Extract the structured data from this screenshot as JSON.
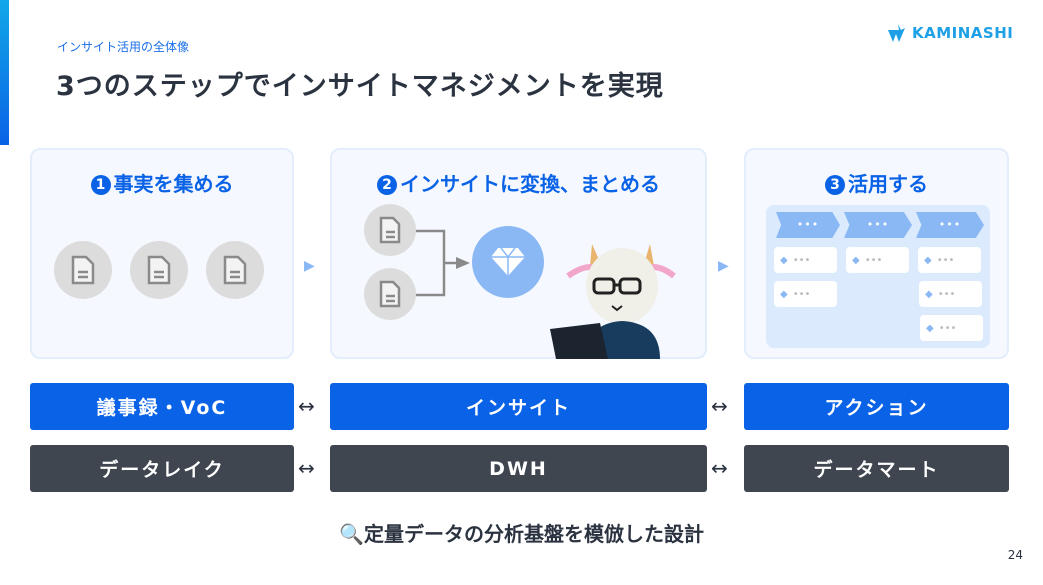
{
  "header": {
    "subtitle": "インサイト活用の全体像",
    "title": "3つのステップでインサイトマネジメントを実現",
    "logo": "KAMINASHI"
  },
  "steps": [
    {
      "num": "1",
      "label": "事実を集める"
    },
    {
      "num": "2",
      "label": "インサイトに変換、まとめる"
    },
    {
      "num": "3",
      "label": "活用する"
    }
  ],
  "board": {
    "chevron_text": "•••",
    "card_text": "•••"
  },
  "row_blue": [
    "議事録・VoC",
    "インサイト",
    "アクション"
  ],
  "row_dark": [
    "データレイク",
    "DWH",
    "データマート"
  ],
  "connector": "↔",
  "footer": {
    "icon": "🔍",
    "text": "定量データの分析基盤を模倣した設計"
  },
  "page_number": "24",
  "colors": {
    "primary": "#0a62e6",
    "dark": "#3f4650",
    "light": "#8ab8f5"
  }
}
